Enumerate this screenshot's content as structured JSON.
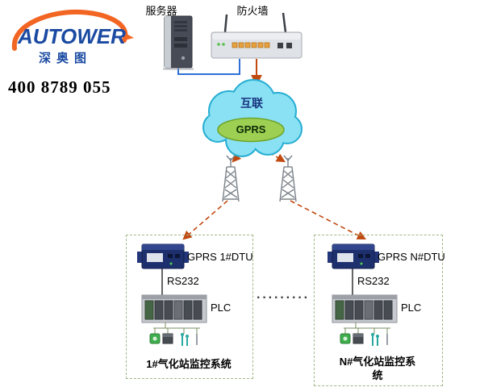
{
  "logo": {
    "brand": "AUTOWER",
    "brand_cn": "深奥图",
    "phone": "400 8789 055"
  },
  "diagram": {
    "server_label": "服务器",
    "firewall_label": "防火墙",
    "cloud_label": "互联",
    "gprs_label": "GPRS",
    "separator_dots": "·········"
  },
  "stations": [
    {
      "dtu_label": "GPRS 1#DTU",
      "link_label": "RS232",
      "plc_label": "PLC",
      "system_label": "1#气化站监控系统"
    },
    {
      "dtu_label": "GPRS N#DTU",
      "link_label": "RS232",
      "plc_label": "PLC",
      "system_label": "N#气化站监控系统"
    }
  ],
  "colors": {
    "brand_blue": "#1b4aa2",
    "brand_orange": "#f26522",
    "line_red": "#c0490f",
    "cable_blue": "#2f6fd6",
    "cloud_fill": "#8ae1f4",
    "cloud_border": "#27aed2",
    "gprs_green": "#9ccf52",
    "box_border": "#a3b98a",
    "dtu_navy": "#1e2f6e"
  }
}
